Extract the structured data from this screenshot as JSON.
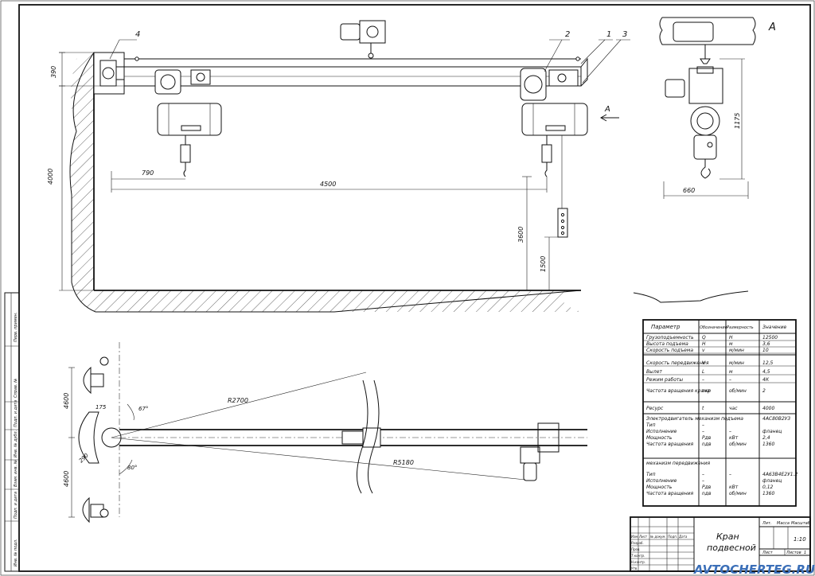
{
  "drawing": {
    "title_line1": "Кран",
    "title_line2": "подвесной",
    "scale": "1:10",
    "sheet_labels": {
      "lit": "Лит.",
      "mass": "Масса",
      "scale": "Масштаб",
      "sheet": "Лист",
      "sheets": "Листов",
      "sheets_value": "1"
    },
    "stamp_rows": [
      "Изм.",
      "Лист",
      "№ докум.",
      "Подп.",
      "Дата",
      "Разраб.",
      "Пров.",
      "Т.контр.",
      "Н.контр.",
      "Утв."
    ],
    "watermark": "AVTOCHERTEG.RU",
    "view_label": "А",
    "side_strip": [
      "Перв. примен.",
      "Справ. №",
      "Подп. и дата",
      "Инв. № дубл.",
      "Взам. инв. №",
      "Подп. и дата",
      "Инв. № подл."
    ]
  },
  "callouts": [
    "4",
    "2",
    "1",
    "3"
  ],
  "dimensions": {
    "front": [
      "390",
      "4000",
      "790",
      "4500",
      "3600",
      "1500"
    ],
    "side": [
      "1175",
      "660"
    ],
    "plan": [
      "4600",
      "4600",
      "175",
      "290",
      "R2700",
      "R5180",
      "67°",
      "80°"
    ]
  },
  "spec_table": {
    "headers": [
      "Параметр",
      "Обозначение",
      "Размерность",
      "Значение"
    ],
    "rows": [
      [
        "Грузоподъемность",
        "Q",
        "Н",
        "12500"
      ],
      [
        "Высота подъема",
        "H",
        "м",
        "3,6"
      ],
      [
        "Скорость подъема",
        "v",
        "м/мин",
        "10"
      ],
      [
        "Скорость передвижения",
        "V",
        "м/мин",
        "12,5"
      ],
      [
        "Вылет",
        "L",
        "м",
        "4,5"
      ],
      [
        "Режим работы",
        "–",
        "–",
        "4К"
      ],
      [
        "Частота вращения крана",
        "nкр",
        "об/мин",
        "2"
      ],
      [
        "Ресурс",
        "t",
        "час",
        "4000"
      ],
      [
        "Электродвигатель механизм подъема",
        "",
        "",
        "4АС80В2У3"
      ],
      [
        "Тип",
        "–",
        "",
        ""
      ],
      [
        "Исполнение",
        "–",
        "–",
        "фланец"
      ],
      [
        "Мощность",
        "Рдв",
        "кВт",
        "2,4"
      ],
      [
        "Частота вращения",
        "nдв",
        "об/мин",
        "1360"
      ],
      [
        "механизм передвижения",
        "",
        "",
        ""
      ],
      [
        "Тип",
        "–",
        "–",
        "4А63В4Е2У1.2"
      ],
      [
        "Исполнение",
        "–",
        "",
        "фланец"
      ],
      [
        "Мощность",
        "Рдв",
        "кВт",
        "0,12"
      ],
      [
        "Частота вращения",
        "nдв",
        "об/мин",
        "1360"
      ]
    ]
  }
}
